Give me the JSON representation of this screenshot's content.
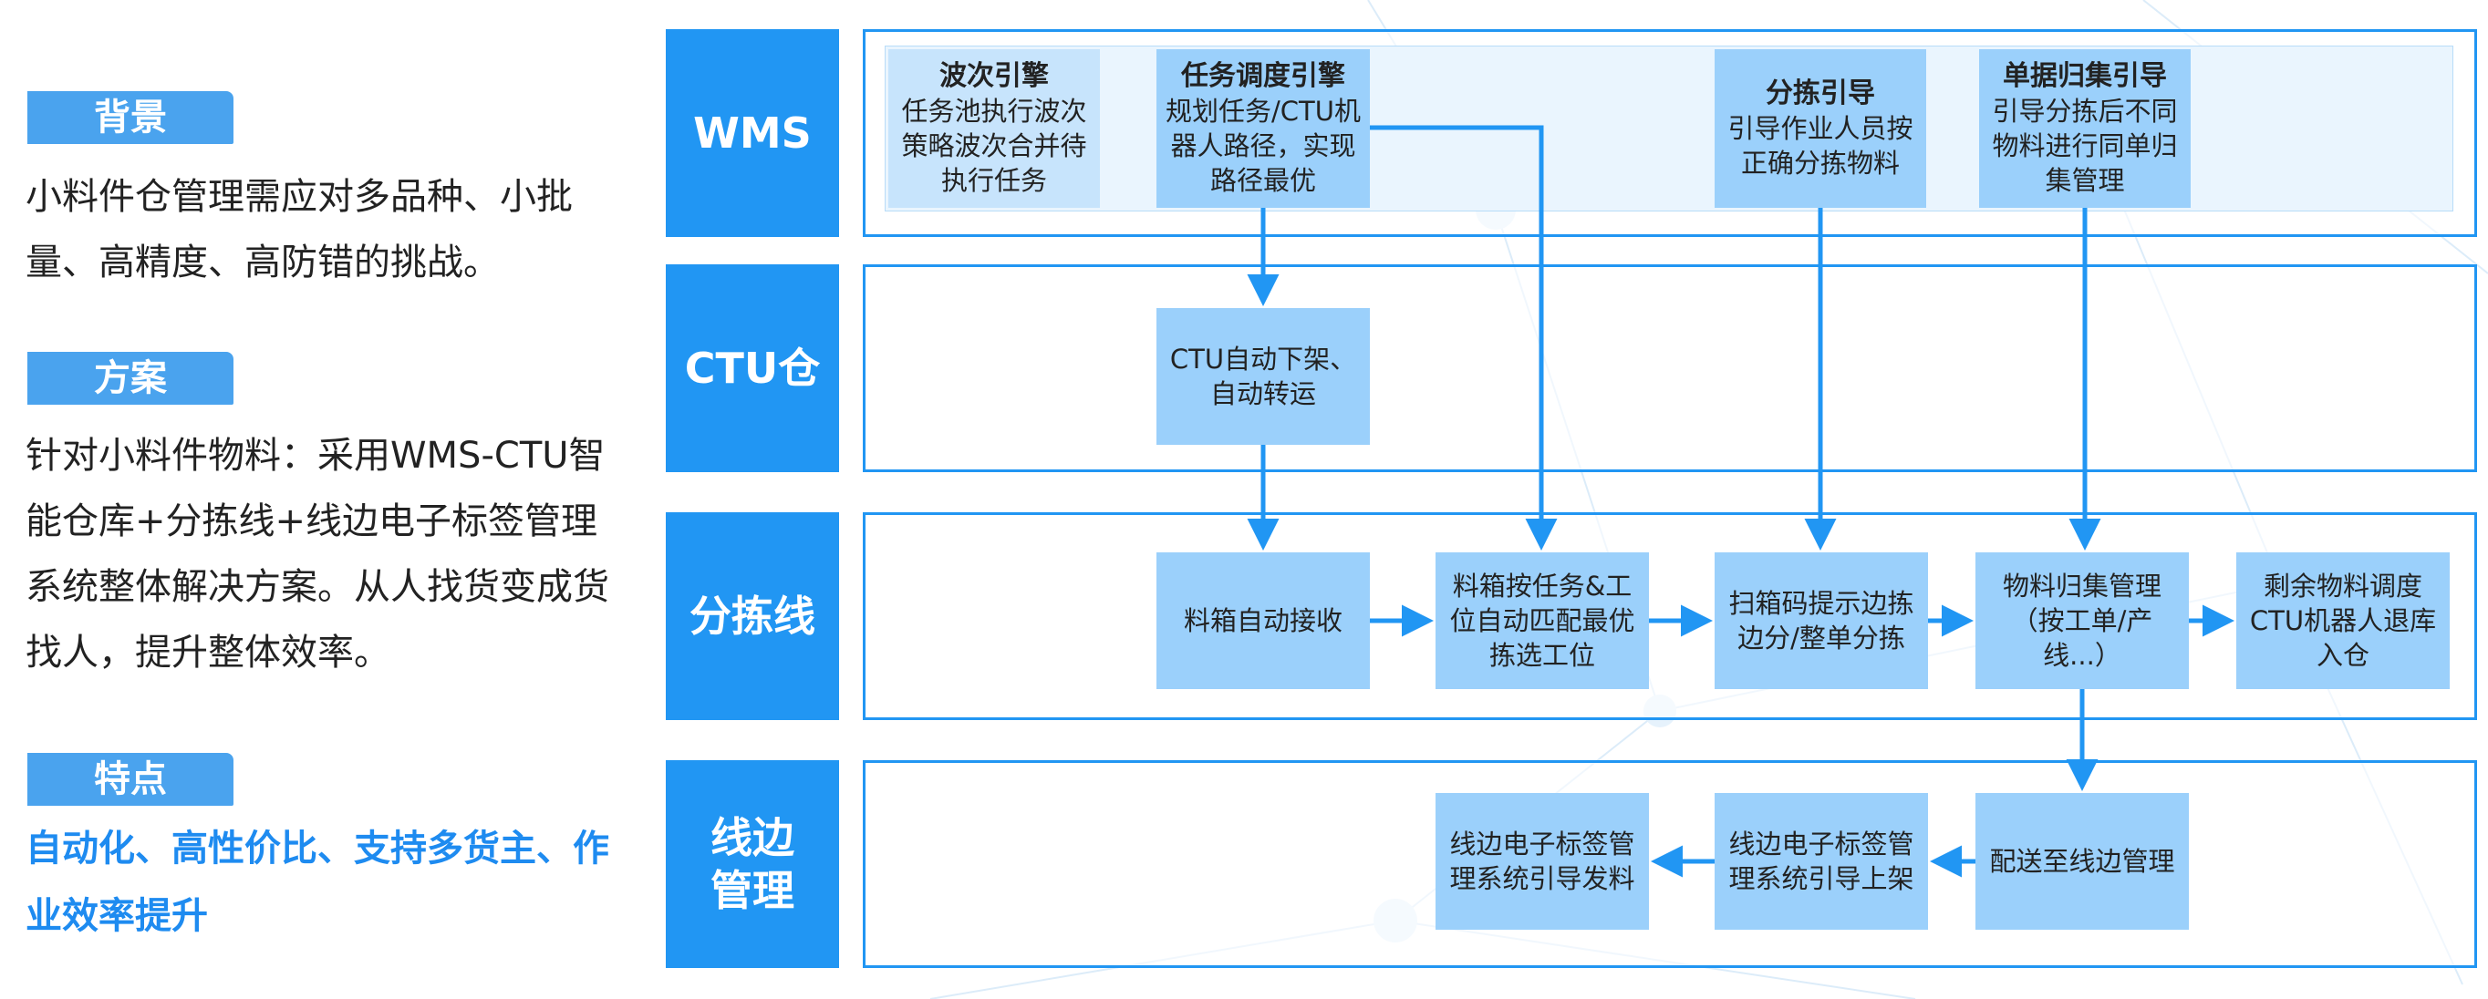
{
  "left": {
    "background_tag": "背景",
    "background_text": "小料件仓管理需应对多品种、小批量、高精度、高防错的挑战。",
    "solution_tag": "方案",
    "solution_text": "针对小料件物料：采用WMS-CTU智能仓库+分拣线+线边电子标签管理系统整体解决方案。从人找货变成货找人，提升整体效率。",
    "feature_tag": "特点",
    "feature_text": "自动化、高性价比、支持多货主、作业效率提升"
  },
  "lanes": {
    "wms": "WMS",
    "ctu": "CTU仓",
    "sorting": "分拣线",
    "lineside": "线边管理"
  },
  "wms_nodes": {
    "wave": {
      "title": "波次引擎",
      "text": "任务池执行波次策略波次合并待执行任务"
    },
    "dispatch": {
      "title": "任务调度引擎",
      "text": "规划任务/CTU机器人路径，实现路径最优"
    },
    "sort_guide": {
      "title": "分拣引导",
      "text": "引导作业人员按正确分拣物料"
    },
    "collect_guide": {
      "title": "单据归集引导",
      "text": "引导分拣后不同物料进行同单归集管理"
    }
  },
  "ctu_nodes": {
    "auto_unload": "CTU自动下架、自动转运"
  },
  "sorting_nodes": {
    "auto_receive": "料箱自动接收",
    "match": "料箱按任务&工位自动匹配最优拣选工位",
    "scan": "扫箱码提示边拣边分/整单分拣",
    "collect": "物料归集管理（按工单/产线...）",
    "return": "剩余物料调度CTU机器人退库入仓"
  },
  "lineside_nodes": {
    "deliver": "配送至线边管理",
    "shelve": "线边电子标签管理系统引导上架",
    "issue": "线边电子标签管理系统引导发料"
  },
  "colors": {
    "primary": "#2196f3",
    "node_fill": "#9bd0fb",
    "tag_fill": "#4aa3ee",
    "feature_text": "#1e8bf0"
  }
}
